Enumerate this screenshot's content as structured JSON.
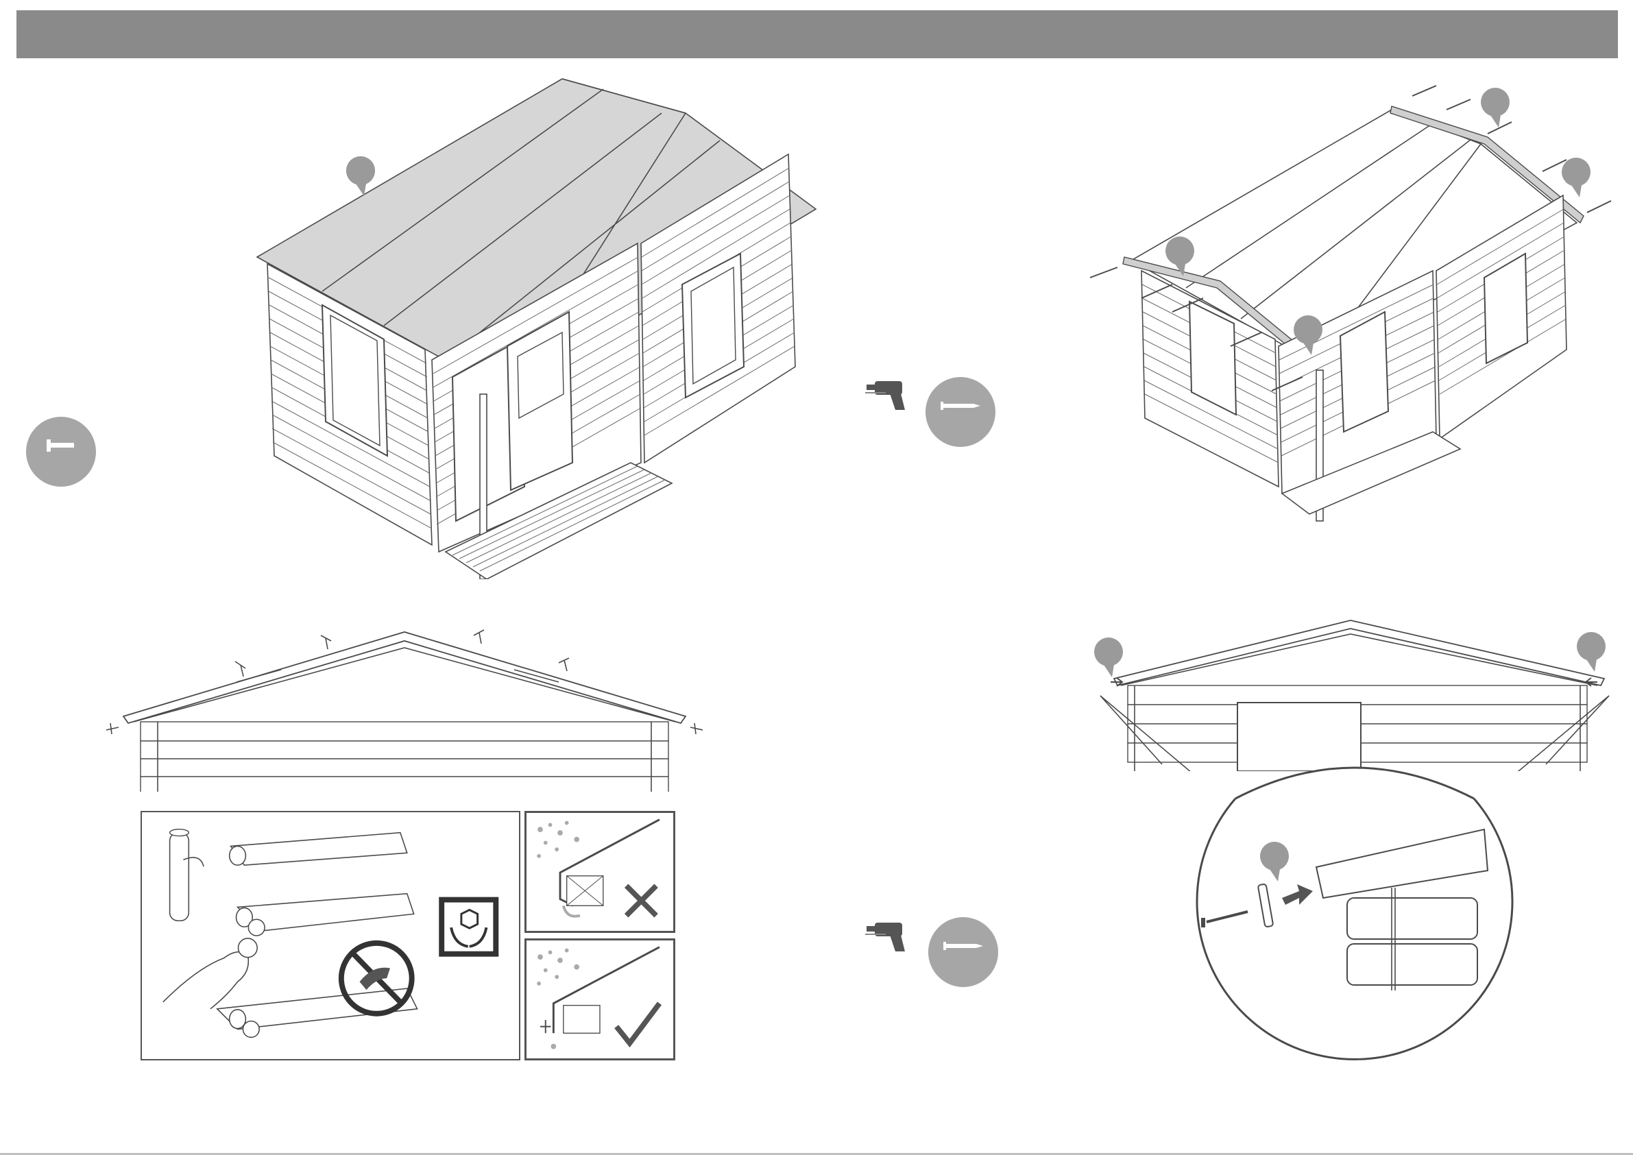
{
  "page": {
    "header_text": "",
    "colors": {
      "header_bar": "#8a8a8a",
      "line_art": "#4a4a4a",
      "roof_fill": "#d6d6d6",
      "badge": "#a6a6a6",
      "pin": "#9a9a9a"
    }
  },
  "icons": {
    "nail_badge_left": "nail-icon",
    "screw_badge_upper": "screw-icon",
    "screw_badge_lower": "screw-icon",
    "drill_upper": "drill-icon",
    "drill_lower": "drill-icon",
    "forbidden": "no-cutting-icon",
    "handle_with_care": "handle-with-care-icon",
    "wrong": "cross-mark-icon",
    "correct": "check-mark-icon"
  },
  "steps": [
    {
      "id": "roofing-felt-laying",
      "description_visible": false
    },
    {
      "id": "fascia-board-mounting",
      "description_visible": false
    },
    {
      "id": "felt-nailing-front-view",
      "description_visible": false
    },
    {
      "id": "corner-trim-detail",
      "description_visible": false
    }
  ]
}
